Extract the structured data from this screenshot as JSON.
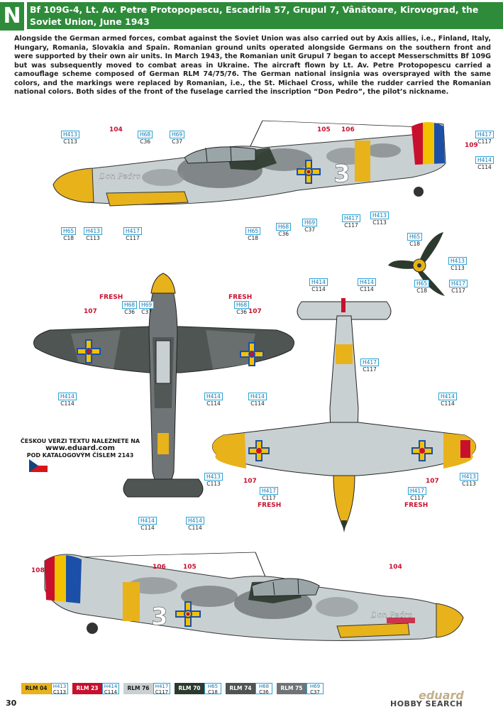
{
  "header": {
    "letter": "N",
    "title": "Bf 109G-4, Lt. Av. Petre Protopopescu, Escadrila 57, Grupul 7, Vânătoare, Kirovograd, the Soviet Union, June 1943"
  },
  "description": "Alongside the German armed forces, combat against the Soviet Union was also carried out by Axis allies, i.e., Finland, Italy, Hungary, Romania, Slovakia and Spain. Romanian ground units operated alongside Germans on the southern front and were supported by their own air units. In March 1943, the Romanian unit Grupul 7 began to accept Messerschmitts Bf 109G but was subsequently moved to combat areas in Ukraine. The aircraft flown by Lt. Av. Petre Protopopescu carried a camouflage scheme composed of German RLM 74/75/76. The German national insignia was oversprayed with the same colors, and the markings were replaced by Romanian, i.e., the St. Michael Cross, while the rudder carried the Romanian national colors. Both sides of the front of the fuselage carried the inscription “Don Pedro”, the pilot’s nickname.",
  "nose_inscription": "Don Pedro",
  "fuselage_number": "3",
  "fresh_label": "FRESH",
  "callouts": {
    "n104": "104",
    "n105": "105",
    "n106": "106",
    "n107": "107",
    "n108": "108",
    "n109": "109"
  },
  "paint": {
    "h413": "H413",
    "c113": "C113",
    "h68": "H68",
    "c36": "C36",
    "h69": "H69",
    "c37": "C37",
    "h417": "H417",
    "c117": "C117",
    "h414": "H414",
    "c114": "C114",
    "h65": "H65",
    "c18": "C18"
  },
  "czech_note": {
    "line1": "ČESKOU VERZI TEXTU NALEZNETE NA",
    "url": "www.eduard.com",
    "line2": "POD KATALOGOVÝM ČÍSLEM 2143"
  },
  "legend": [
    {
      "name": "RLM 04",
      "color": "#e8b21b",
      "text_color": "#1a1a1a",
      "h": "H413",
      "c": "C113"
    },
    {
      "name": "RLM 23",
      "color": "#c8102e",
      "text_color": "#ffffff",
      "h": "H414",
      "c": "C114"
    },
    {
      "name": "RLM 76",
      "color": "#c9d0d2",
      "text_color": "#1a1a1a",
      "h": "H417",
      "c": "C117"
    },
    {
      "name": "RLM 70",
      "color": "#2c3a2e",
      "text_color": "#ffffff",
      "h": "H65",
      "c": "C18"
    },
    {
      "name": "RLM 74",
      "color": "#4f5552",
      "text_color": "#ffffff",
      "h": "H68",
      "c": "C36"
    },
    {
      "name": "RLM 75",
      "color": "#6f7476",
      "text_color": "#ffffff",
      "h": "H69",
      "c": "C37"
    }
  ],
  "page_number": "30",
  "brand": "eduard",
  "watermark": "HOBBY SEARCH",
  "colors": {
    "accent_green": "#2e8b3a",
    "rlm04_yellow": "#e8b21b",
    "romanian_blue": "#1c4fa8",
    "romanian_yellow": "#f2c200",
    "romanian_red": "#c8102e"
  }
}
